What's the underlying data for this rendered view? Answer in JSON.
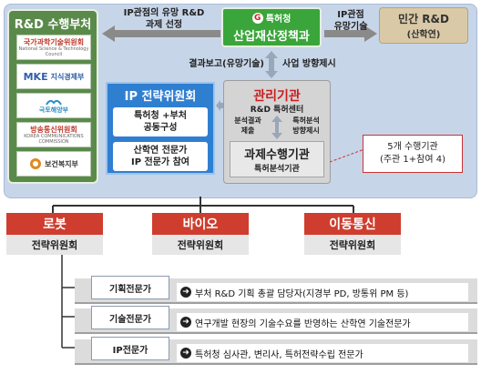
{
  "ministries": {
    "title": "R&D 수행부처",
    "items": [
      {
        "name": "국가과학기술위원회",
        "sub": "National Science & Technology Council",
        "logo_color": "#c0392b"
      },
      {
        "name": "지식경제부",
        "sub": "MKE",
        "logo_color": "#2f5fa8"
      },
      {
        "name": "국토해양부",
        "sub": "",
        "logo_color": "#2f8fc4"
      },
      {
        "name": "방송통신위원회",
        "sub": "KOREA COMMUNICATIONS COMMISSION",
        "logo_color": "#c0392b"
      },
      {
        "name": "보건복지부",
        "sub": "",
        "logo_color": "#e08a1e"
      }
    ]
  },
  "kipo": {
    "logo": "특허청",
    "division": "산업재산정책과"
  },
  "private": {
    "title": "민간 R&D",
    "sub": "(산학연)"
  },
  "flows": {
    "kipo_to_ministries": "IP관점의 유망 R&D\n과제 선정",
    "kipo_to_private": "IP관점\n유망기술",
    "report": "결과보고(유망기술)",
    "direction": "사업 방향제시"
  },
  "ip_committee": {
    "title": "IP 전략위원회",
    "box1": "특허청 +부처\n공동구성",
    "box2": "산학연 전문가\nIP 전문가 참여"
  },
  "management": {
    "title": "관리기관",
    "sub": "R&D 특허센터",
    "left_note": "분석결과\n제출",
    "right_note": "특허분석\n방향제시",
    "performer_title": "과제수행기관",
    "performer_sub": "특허분석기관"
  },
  "callout": {
    "line1": "5개 수행기관",
    "line2": "(주관 1+참여 4)"
  },
  "committees": [
    {
      "name": "로봇",
      "sub": "전략위원회"
    },
    {
      "name": "바이오",
      "sub": "전략위원회"
    },
    {
      "name": "이동통신",
      "sub": "전략위원회"
    }
  ],
  "experts": [
    {
      "label": "기획전문가",
      "desc": "부처 R&D 기획 총괄 담당자(지경부 PD, 방통위 PM 등)"
    },
    {
      "label": "기술전문가",
      "desc": "연구개발 현장의 기술수요를 반영하는 산학연 기술전문가"
    },
    {
      "label": "IP전문가",
      "desc": "특허청 심사관, 변리사, 특허전략수립 전문가"
    }
  ],
  "colors": {
    "panel": "#c7d5e8",
    "ministries": "#5a8a4a",
    "kipo": "#3aa53a",
    "ip_committee": "#2f7fd1",
    "committee_head": "#cf3d2e",
    "management_title": "#cc1d1d"
  }
}
